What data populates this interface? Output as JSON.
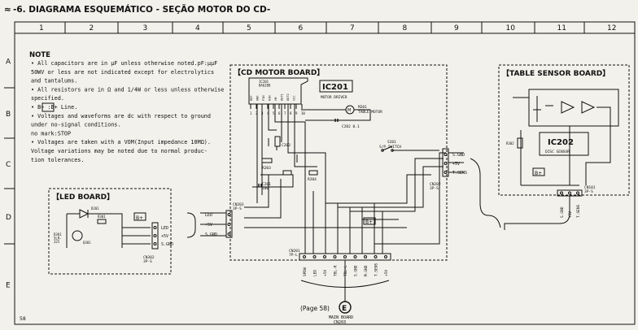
{
  "page_title": "-6. DIAGRAMA ESQUEMÁTICO - SEÇÃO MOTOR DO CD-",
  "page_title_prefix": "≈",
  "grid": {
    "columns": [
      "1",
      "2",
      "3",
      "4",
      "5",
      "6",
      "7",
      "8",
      "9",
      "10",
      "11",
      "12"
    ],
    "rows": [
      "A",
      "B",
      "C",
      "D",
      "E"
    ]
  },
  "note": {
    "title": "NOTE",
    "lines": [
      "• All capacitors are in μF unless otherwise noted.pF:μμF",
      "  50WV or less are not indicated except for electrolytics",
      "  and tantalums.",
      "• All resistors are in Ω and 1/4W or less unless otherwise",
      "  specified.",
      "•   B+   :B+ Line.",
      "• Voltages and waveforms are dc with respect to ground",
      "  under no-signal conditions.",
      "  no mark:STOP",
      "• Voltages are taken with a VOM(Input impedance 10MΩ).",
      "  Voltage variations may be noted due to normal produc-",
      "  tion tolerances."
    ]
  },
  "boards": {
    "cd_motor": "【CD MOTOR BOARD】",
    "table_sensor": "【TABLE SENSOR BOARD】",
    "led": "【LED BOARD】"
  },
  "ics": {
    "ic201": {
      "label": "IC201",
      "desc": "MOTOR DRIVER",
      "part": "IC201\nBA6208"
    },
    "ic202": {
      "label": "IC202",
      "desc": "DISC SENSOR"
    }
  },
  "motor": {
    "ref": "M201",
    "desc": "TABLE MOTOR"
  },
  "switch": {
    "ref": "S201",
    "desc": "S/P SWITCH"
  },
  "components": {
    "c202": "C202 0.1",
    "c203": "C203",
    "r203": "R203",
    "r204": "R204",
    "c201": "C201\n100",
    "r201": "R201",
    "r202": "R202",
    "cn202": "CN202\n3P-S",
    "cn201": "CN201\n7P-L",
    "cn203": "CN203\n3P-S",
    "cn101": "CN101\n3P-S",
    "d301": "D301\nSLR-\n325",
    "r301": "R301",
    "led_d201": "D201",
    "q301": "Q301",
    "led_cn": "CN302\n3P-S",
    "r302": "R302"
  },
  "pins": {
    "ic201_pins": [
      "1",
      "2",
      "3",
      "4",
      "5",
      "6",
      "7",
      "8",
      "9",
      "10"
    ],
    "ic201_top": [
      "REF",
      "GND",
      "FIN",
      "RIN",
      "VM",
      "OUT1",
      "OUT2",
      "VCC"
    ],
    "cd_right_conn": [
      "S.GND",
      "+5V",
      "T.SENS"
    ],
    "cd_bottom_conn": [
      "SPDW",
      "LED",
      "+5V",
      "TBL-R",
      "TBL-L",
      "S.GND",
      "M.GND",
      "T.SENS",
      "+5V"
    ],
    "cd_left_conn": [
      "LED",
      "+5V",
      "S.GND"
    ],
    "led_conn": [
      "LED",
      "+5V",
      "S.GND"
    ],
    "table_bottom_conn": [
      "S.GND",
      "+5V",
      "T.SENS"
    ]
  },
  "labels": {
    "bplus": "B+",
    "page_ref": "(Page 58)",
    "page_ref_letter": "E",
    "main_board": "MAIN BOARD",
    "main_board_cn": "CN203",
    "page_number": "58"
  }
}
